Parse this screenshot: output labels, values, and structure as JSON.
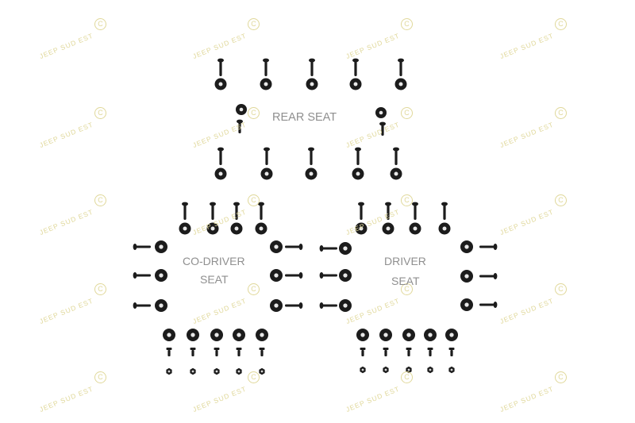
{
  "labels": {
    "rear_seat": "REAR SEAT",
    "co_driver_line1": "CO-DRIVER",
    "co_driver_line2": "SEAT",
    "driver_line1": "DRIVER",
    "driver_line2": "SEAT"
  },
  "watermark": {
    "text": "JEEP SUD EST",
    "symbol": "C"
  },
  "colors": {
    "background": "#ffffff",
    "hardware": "#1c1c1c",
    "label": "#8f8f8f",
    "watermark": "#e0d89a"
  },
  "icons": [
    "screw-icon",
    "washer-icon",
    "nut-icon"
  ]
}
